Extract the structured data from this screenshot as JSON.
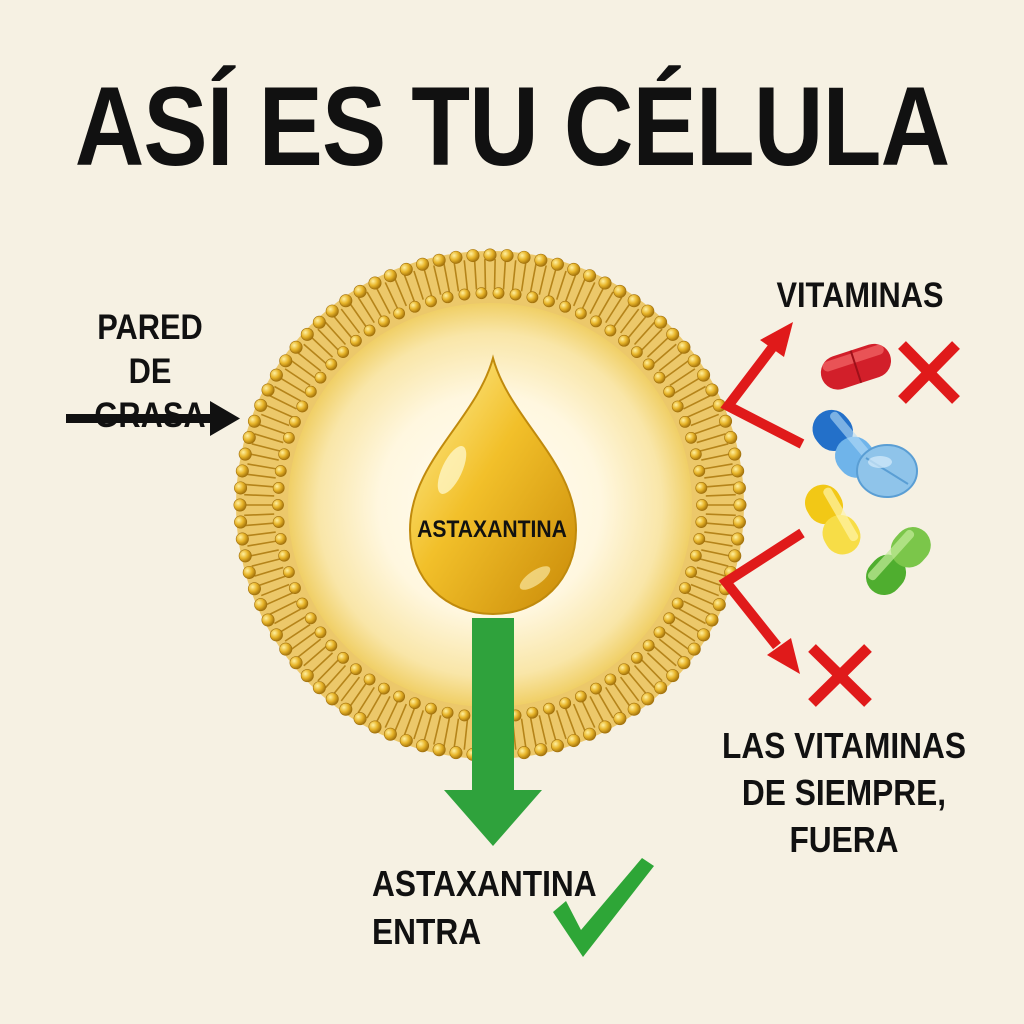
{
  "title": "ASÍ ES TU CÉLULA",
  "labels": {
    "pared_line1": "PARED",
    "pared_line2": "DE GRASA",
    "vitaminas": "VITAMINAS",
    "drop": "ASTAXANTINA",
    "entra_line1": "ASTAXANTINA",
    "entra_line2": "ENTRA",
    "fuera_line1": "LAS VITAMINAS",
    "fuera_line2": "DE SIEMPRE, FUERA"
  },
  "colors": {
    "background": "#f6f1e3",
    "membrane": "#d9a520",
    "drop": "#f0b81c",
    "arrow_in": "#2fa23c",
    "arrow_out": "#e01a1a",
    "check": "#2ea637",
    "cross": "#e01a1a"
  },
  "icons": [
    "arrow-right-icon",
    "oil-drop-icon",
    "green-arrow-down-icon",
    "red-bounce-arrow-icon",
    "cross-icon",
    "check-icon",
    "pill-icon"
  ]
}
